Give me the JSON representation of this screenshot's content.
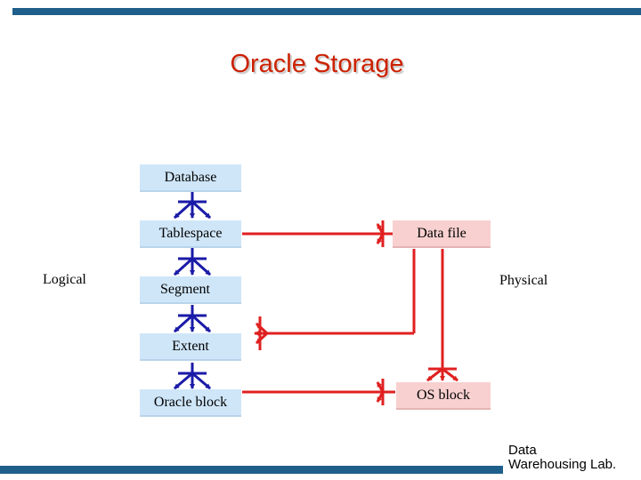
{
  "title": "Oracle Storage",
  "logical": {
    "label": "Logical",
    "boxes": [
      "Database",
      "Tablespace",
      "Segment",
      "Extent",
      "Oracle block"
    ]
  },
  "physical": {
    "label": "Physical",
    "boxes": [
      "Data file",
      "OS block"
    ]
  },
  "footer": {
    "line1": "Data",
    "line2": "Warehousing Lab."
  },
  "colors": {
    "bars": "#1f5f8b",
    "title": "#cc2200",
    "logical_arrows": "#1a1aa8",
    "physical_lines": "#e02020",
    "logical_box": "#cfe6f8",
    "physical_box": "#f8d0d0"
  }
}
